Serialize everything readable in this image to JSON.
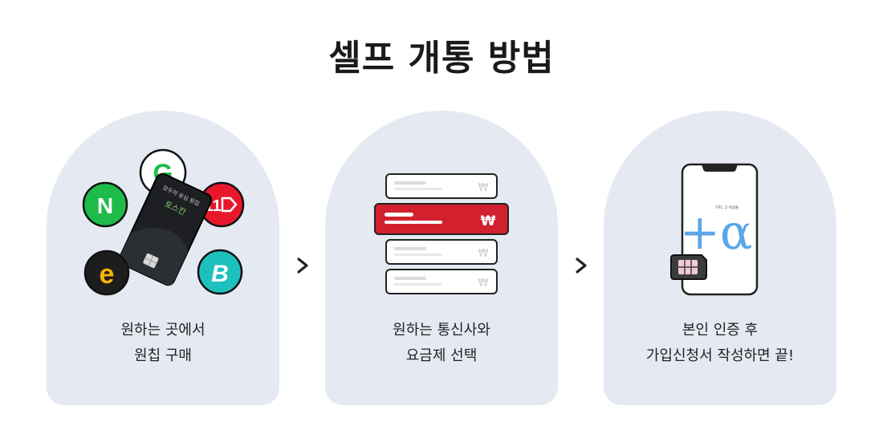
{
  "title": "셀프 개통 방법",
  "steps": [
    {
      "line1": "원하는 곳에서",
      "line2": "원칩 구매",
      "icons": [
        "naver-logo",
        "gmarket-logo",
        "11st-logo",
        "emart-logo",
        "b-logo",
        "sim-card"
      ],
      "logo_text": {
        "naver": "N",
        "gmarket": "G",
        "st11": "11",
        "emart": "e",
        "bstore": "B"
      },
      "card_text": {
        "top": "모두의 유심 원칩",
        "brand": "토스칸"
      }
    },
    {
      "line1": "원하는 통신사와",
      "line2": "요금제 선택",
      "icons": [
        "plan-list",
        "won-icon"
      ],
      "won_symbol": "₩"
    },
    {
      "line1": "본인 인증 후",
      "line2": "가입신청서 작성하면 끝!",
      "icons": [
        "smartphone",
        "alpha-logo",
        "sim-chip"
      ],
      "phone_small_text": "가치, 그 이상을",
      "alpha_text": "+α"
    }
  ],
  "colors": {
    "card_bg": "#e5e9f2",
    "accent_red": "#d2202f",
    "naver_green": "#1fbb4a",
    "teal": "#1cc1be",
    "alpha_blue": "#5aa6e8"
  }
}
